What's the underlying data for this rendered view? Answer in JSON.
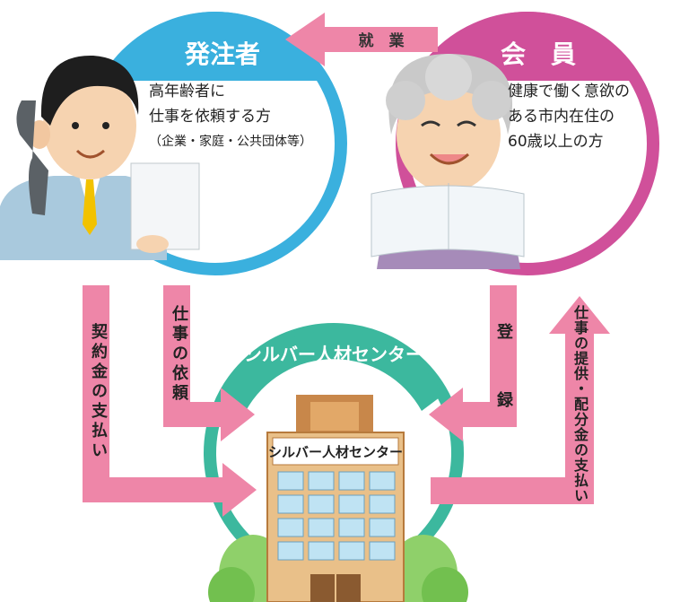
{
  "orderer": {
    "title": "発注者",
    "desc_line1": "高年齢者に",
    "desc_line2": "仕事を依頼する方",
    "desc_line3": "（企業・家庭・公共団体等）",
    "color": "#3ab0de"
  },
  "member": {
    "title": "会　員",
    "desc_line1": "健康で働く意欲の",
    "desc_line2": "ある市内在住の",
    "desc_line3": "60歳以上の方",
    "color": "#d0509a"
  },
  "top_arrow_label": "就　業",
  "center": {
    "arc_label": "シルバー人材センター",
    "building_sign": "シルバー人材センター",
    "color": "#3cb89e"
  },
  "arrows": {
    "contract_payment": "契約金の支払い",
    "job_request": "仕事の依頼",
    "registration": "登　録",
    "job_provision": "仕事の提供・配分金の支払い",
    "color": "#ee86a8"
  }
}
